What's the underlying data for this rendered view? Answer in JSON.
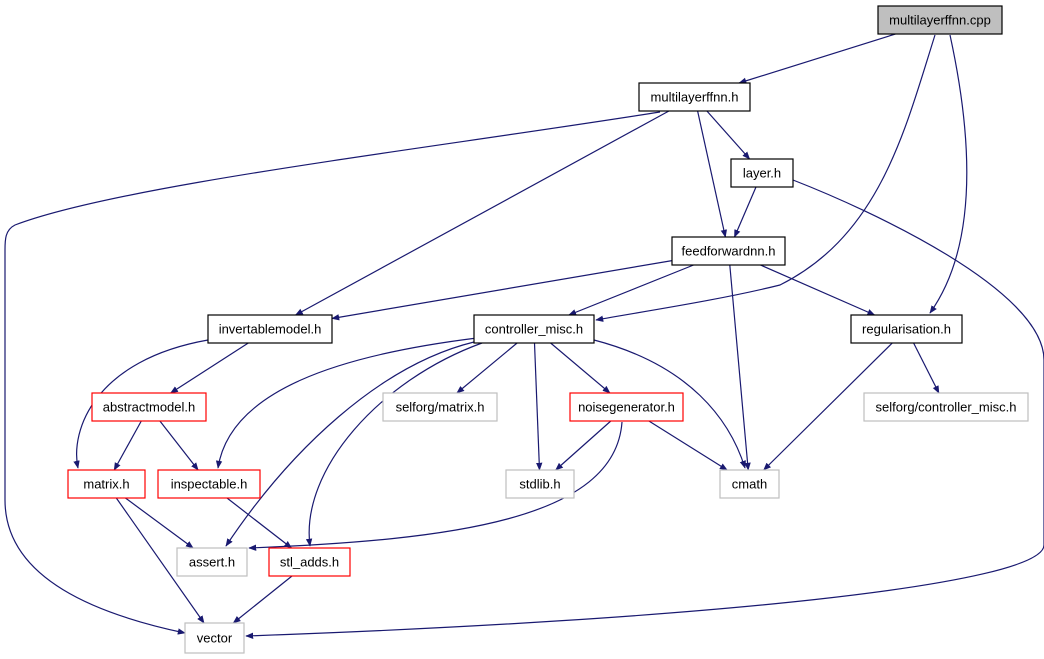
{
  "colors": {
    "edge": "#191970",
    "root_fill": "#bfbfbf",
    "border_documented": "#000000",
    "border_undocumented": "#bfbfbf",
    "border_truncated": "#ff0000",
    "node_fill": "#ffffff"
  },
  "nodes": [
    {
      "id": "multilayerffnn_cpp",
      "label": "multilayerffnn.cpp",
      "kind": "root"
    },
    {
      "id": "multilayerffnn_h",
      "label": "multilayerffnn.h",
      "kind": "documented"
    },
    {
      "id": "layer_h",
      "label": "layer.h",
      "kind": "documented"
    },
    {
      "id": "feedforwardnn_h",
      "label": "feedforwardnn.h",
      "kind": "documented"
    },
    {
      "id": "invertablemodel_h",
      "label": "invertablemodel.h",
      "kind": "documented"
    },
    {
      "id": "controller_misc_h",
      "label": "controller_misc.h",
      "kind": "documented"
    },
    {
      "id": "regularisation_h",
      "label": "regularisation.h",
      "kind": "documented"
    },
    {
      "id": "abstractmodel_h",
      "label": "abstractmodel.h",
      "kind": "truncated"
    },
    {
      "id": "selforg_matrix_h",
      "label": "selforg/matrix.h",
      "kind": "undocumented"
    },
    {
      "id": "noisegenerator_h",
      "label": "noisegenerator.h",
      "kind": "truncated"
    },
    {
      "id": "selforg_controller_misc_h",
      "label": "selforg/controller_misc.h",
      "kind": "undocumented"
    },
    {
      "id": "matrix_h",
      "label": "matrix.h",
      "kind": "truncated"
    },
    {
      "id": "inspectable_h",
      "label": "inspectable.h",
      "kind": "truncated"
    },
    {
      "id": "stdlib_h",
      "label": "stdlib.h",
      "kind": "undocumented"
    },
    {
      "id": "cmath",
      "label": "cmath",
      "kind": "undocumented"
    },
    {
      "id": "assert_h",
      "label": "assert.h",
      "kind": "undocumented"
    },
    {
      "id": "stl_adds_h",
      "label": "stl_adds.h",
      "kind": "truncated"
    },
    {
      "id": "vector",
      "label": "vector",
      "kind": "undocumented"
    }
  ],
  "edges": [
    {
      "from": "multilayerffnn_cpp",
      "to": "multilayerffnn_h"
    },
    {
      "from": "multilayerffnn_cpp",
      "to": "controller_misc_h"
    },
    {
      "from": "multilayerffnn_cpp",
      "to": "regularisation_h"
    },
    {
      "from": "multilayerffnn_h",
      "to": "layer_h"
    },
    {
      "from": "multilayerffnn_h",
      "to": "feedforwardnn_h"
    },
    {
      "from": "multilayerffnn_h",
      "to": "invertablemodel_h"
    },
    {
      "from": "multilayerffnn_h",
      "to": "vector"
    },
    {
      "from": "layer_h",
      "to": "feedforwardnn_h"
    },
    {
      "from": "layer_h",
      "to": "vector"
    },
    {
      "from": "feedforwardnn_h",
      "to": "invertablemodel_h"
    },
    {
      "from": "feedforwardnn_h",
      "to": "controller_misc_h"
    },
    {
      "from": "feedforwardnn_h",
      "to": "regularisation_h"
    },
    {
      "from": "feedforwardnn_h",
      "to": "cmath"
    },
    {
      "from": "invertablemodel_h",
      "to": "abstractmodel_h"
    },
    {
      "from": "invertablemodel_h",
      "to": "matrix_h"
    },
    {
      "from": "controller_misc_h",
      "to": "selforg_matrix_h"
    },
    {
      "from": "controller_misc_h",
      "to": "noisegenerator_h"
    },
    {
      "from": "controller_misc_h",
      "to": "stdlib_h"
    },
    {
      "from": "controller_misc_h",
      "to": "cmath"
    },
    {
      "from": "controller_misc_h",
      "to": "inspectable_h"
    },
    {
      "from": "controller_misc_h",
      "to": "assert_h"
    },
    {
      "from": "controller_misc_h",
      "to": "stl_adds_h"
    },
    {
      "from": "regularisation_h",
      "to": "selforg_controller_misc_h"
    },
    {
      "from": "regularisation_h",
      "to": "cmath"
    },
    {
      "from": "abstractmodel_h",
      "to": "matrix_h"
    },
    {
      "from": "abstractmodel_h",
      "to": "inspectable_h"
    },
    {
      "from": "noisegenerator_h",
      "to": "stdlib_h"
    },
    {
      "from": "noisegenerator_h",
      "to": "cmath"
    },
    {
      "from": "noisegenerator_h",
      "to": "assert_h"
    },
    {
      "from": "matrix_h",
      "to": "assert_h"
    },
    {
      "from": "matrix_h",
      "to": "vector"
    },
    {
      "from": "inspectable_h",
      "to": "stl_adds_h"
    },
    {
      "from": "stl_adds_h",
      "to": "vector"
    }
  ]
}
